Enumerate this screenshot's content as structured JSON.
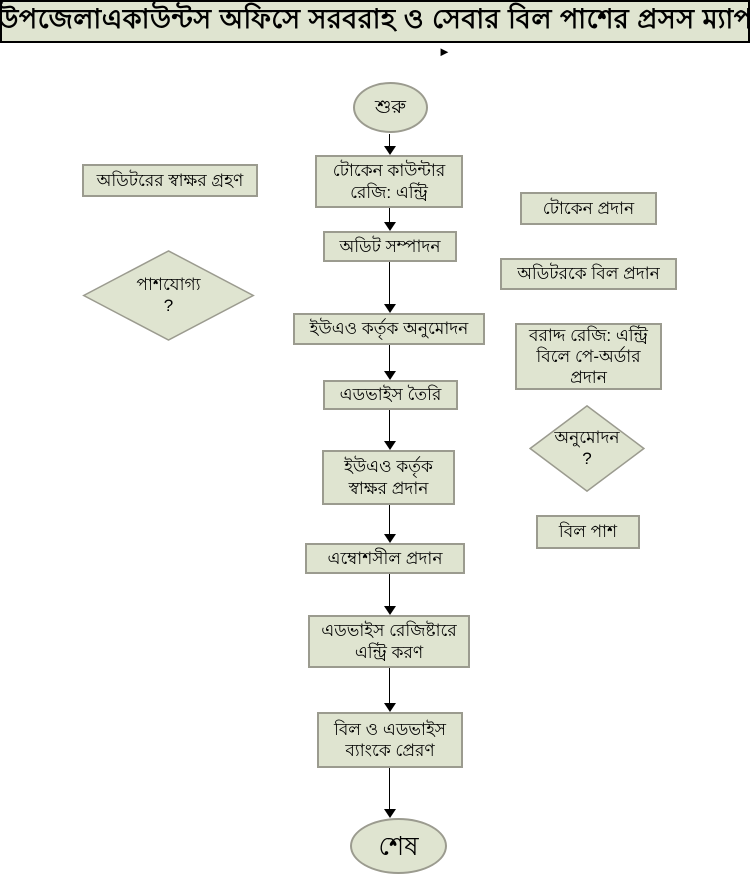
{
  "title": "উপজেলাএকাউন্টস অফিসে সরবরাহ ও সেবার বিল পাশের প্রসস ম্যাপ",
  "pointer_glyph": "►",
  "flow": {
    "start": "শুরু",
    "steps": [
      "টোকেন কাউন্টার রেজি: এন্ট্রি",
      "অডিট সম্পাদন",
      "ইউএও কর্তৃক অনুমোদন",
      "এডভাইস তৈরি",
      "ইউএও কর্তৃক স্বাক্ষর প্রদান",
      "এম্বোশসীল প্রদান",
      "এডভাইস রেজিষ্টারে এন্ট্রি করণ",
      "বিল ও এডভাইস ব্যাংকে প্রেরণ"
    ],
    "end": "শেষ"
  },
  "left_column": {
    "note": "অডিটরের স্বাক্ষর গ্রহণ",
    "decision": {
      "line1": "পাশযোগ্য",
      "line2": "?"
    }
  },
  "right_column": {
    "note1": "টোকেন প্রদান",
    "note2": "অডিটরকে বিল প্রদান",
    "note3": "বরাদ্দ রেজি: এন্ট্রি বিলে পে-অর্ডার প্রদান",
    "decision": {
      "line1": "অনুমোদন",
      "line2": "?"
    },
    "result": "বিল পাশ"
  },
  "colors": {
    "background": "#ffffff",
    "shape_fill": "#dfe4d0",
    "shape_border": "#9b9b8f",
    "title_border": "#000000",
    "text": "#000000",
    "arrow": "#000000"
  }
}
